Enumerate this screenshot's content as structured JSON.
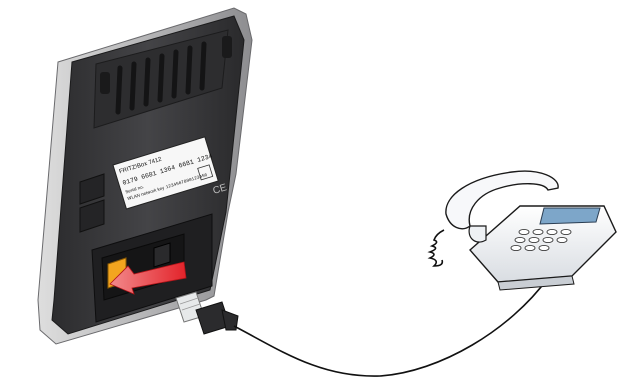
{
  "label": {
    "line1": "FRITZ!Box 7412",
    "line2": "0179 6681 1364 6681 1234",
    "line3": "Serial no.",
    "line4": "WLAN network key",
    "line5": "1234567890123456"
  },
  "colors": {
    "device_body": "#3a3a3c",
    "device_edge": "#b9b9bb",
    "port_yellow": "#f3a51f",
    "arrow_red": "#e3232a",
    "phone_body": "#eef1f4",
    "phone_display": "#7da6c9",
    "cable": "#111111"
  },
  "icons": [
    "router-device",
    "telephone",
    "rj-plug",
    "insert-arrow"
  ]
}
